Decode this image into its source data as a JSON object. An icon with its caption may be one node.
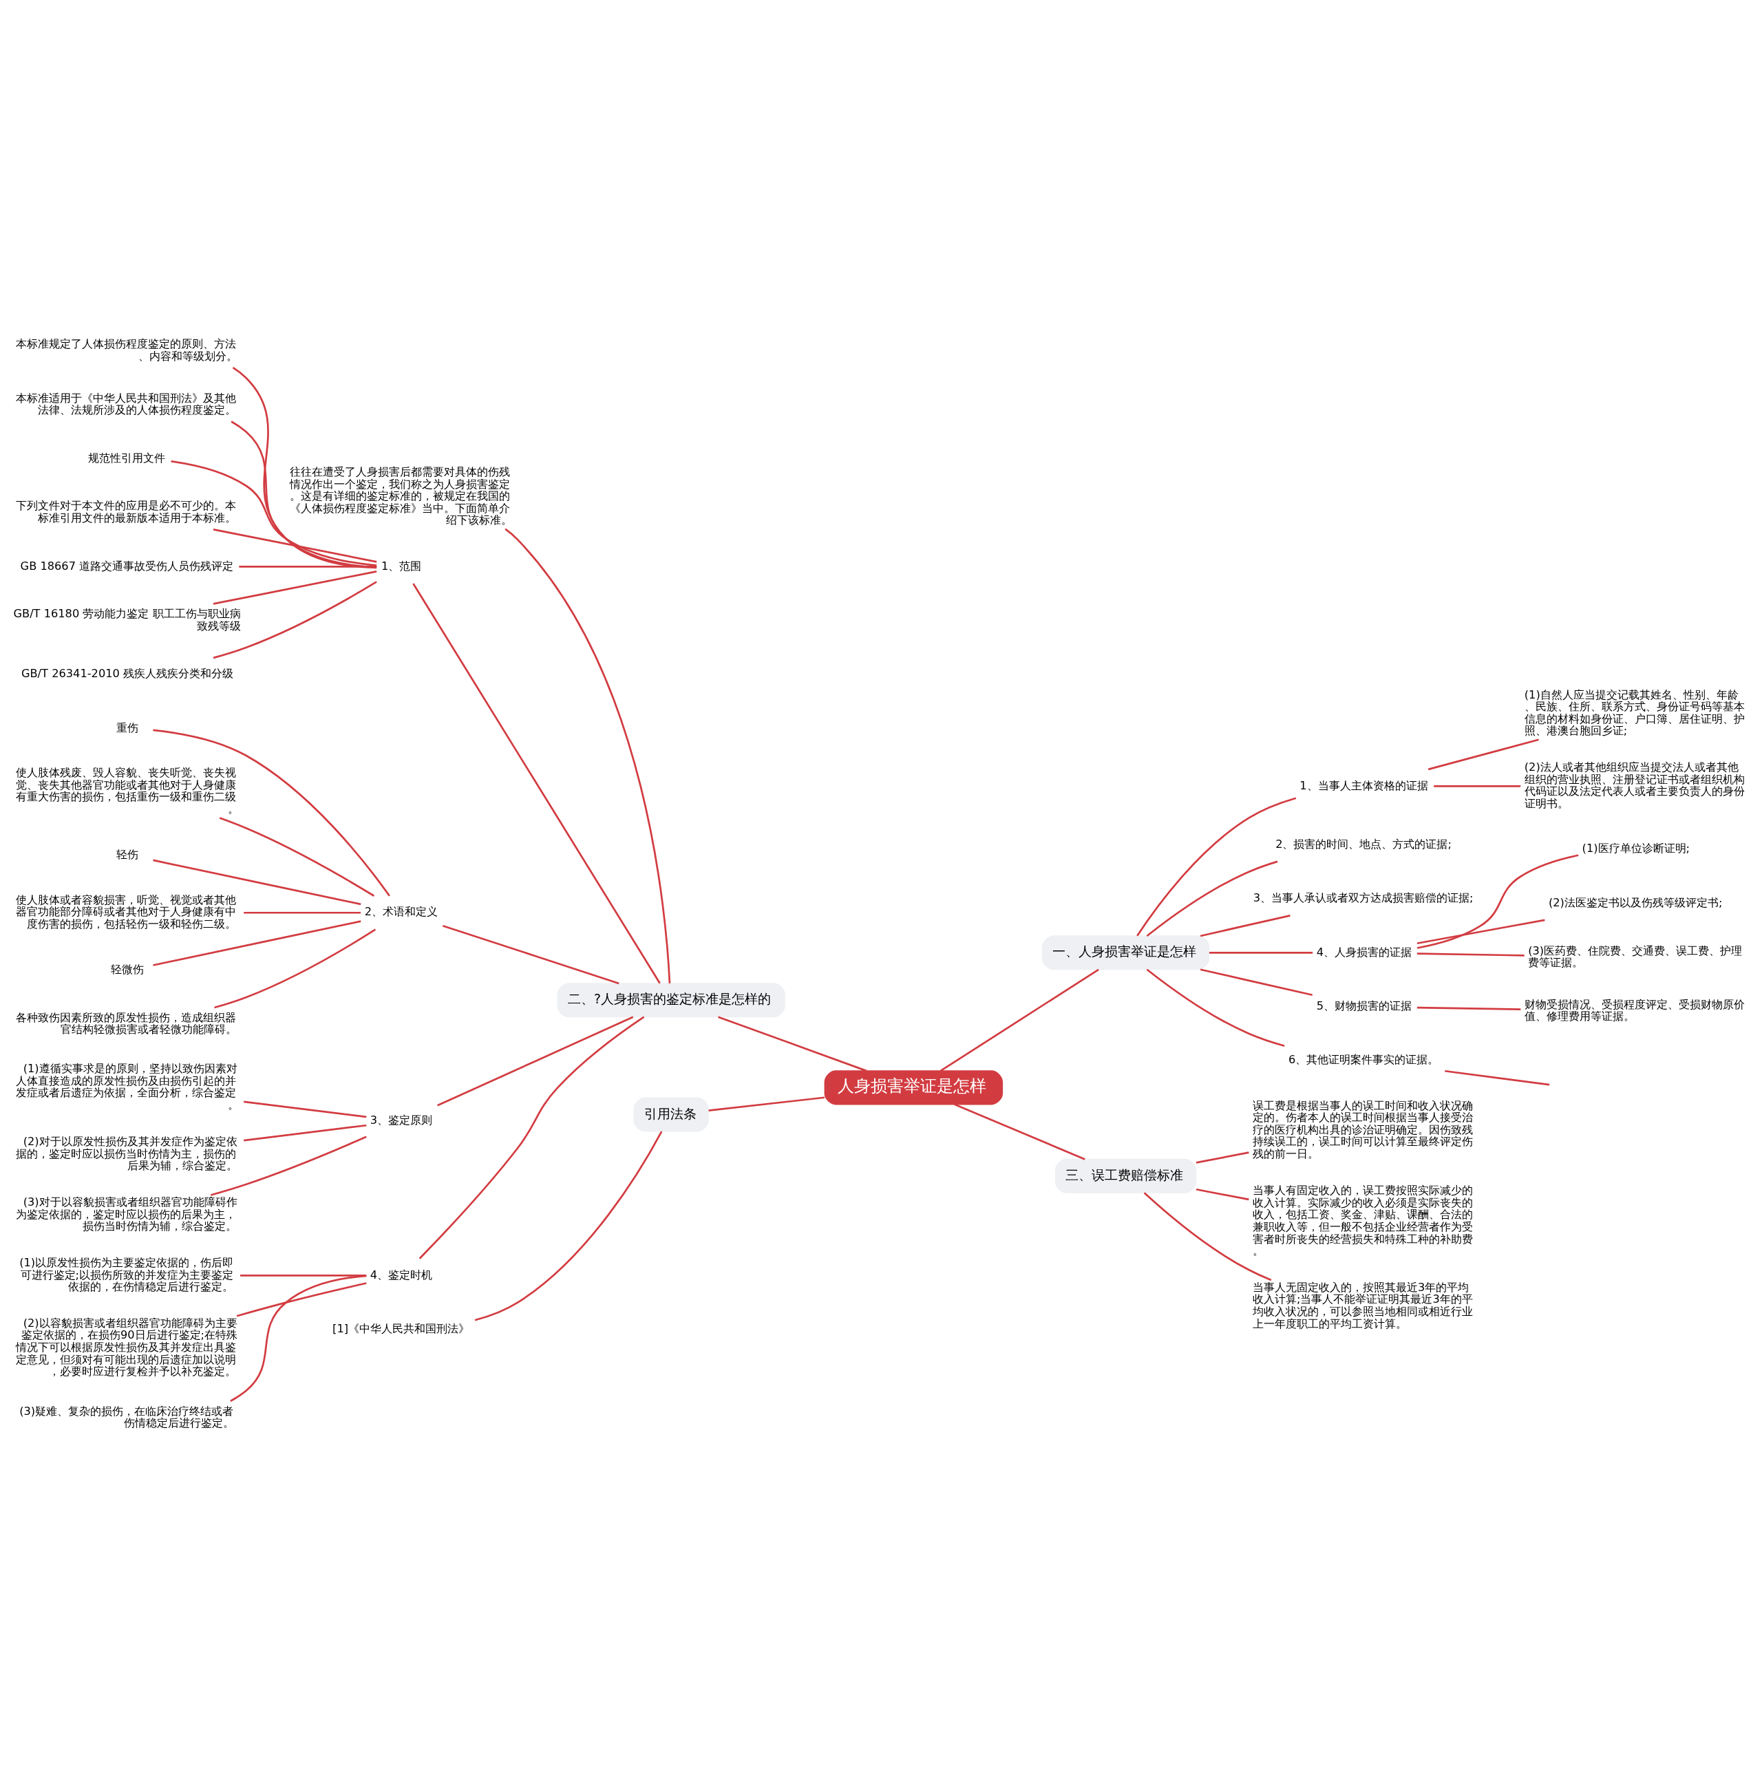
{
  "diagram": {
    "nodes": [
      {
        "text": [
          "人身损害举证是怎样"
        ]
      },
      {
        "text": [
          "一、人身损害举证是怎样"
        ]
      },
      {
        "text": [
          "1、当事人主体资格的证据"
        ]
      },
      {
        "text": [
          "(1)自然人应当提交记载其姓名、性别、年龄、民族、住所、联系方式、身份证号码等基本信息的材料如身份证、户口簿、居住证明、护照、港澳台胞回乡证;"
        ]
      },
      {
        "text": [
          "(2)法人或者其他组织应当提交法人或者其他组织的营业执照、注册登记证书或者组织机构代码证以及法定代表人或者主要负责人的身份证明书。"
        ]
      },
      {
        "text": [
          "2、损害的时间、地点、方式的证据;"
        ]
      },
      {
        "text": [
          "3、当事人承认或者双方达成损害赔偿的证据;"
        ]
      },
      {
        "text": [
          "4、人身损害的证据"
        ]
      },
      {
        "text": [
          "(1)医疗单位诊断证明;"
        ]
      },
      {
        "text": [
          "(2)法医鉴定书以及伤残等级评定书;"
        ]
      },
      {
        "text": [
          "(3)医药费、住院费、交通费、误工费、护理费等证据。"
        ]
      },
      {
        "text": [
          "5、财物损害的证据"
        ]
      },
      {
        "text": [
          "财物受损情况、受损程度评定、受损财物原价值、修理费用等证据。"
        ]
      },
      {
        "text": [
          "6、其他证明案件事实的证据。"
        ]
      },
      {
        "text": [
          "三、误工费赔偿标准"
        ]
      },
      {
        "text": [
          "误工费是根据当事人的误工时间和收入状况确定的。伤者本人的误工时间根据当事人接受治疗的医疗机构出具的诊治证明确定。因伤致残持续误工的，误工时间可以计算至最终评定伤残的前一日。"
        ]
      },
      {
        "text": [
          "当事人有固定收入的，误工费按照实际减少的收入计算。实际减少的收入必须是实际丧失的收入，包括工资、奖金、津贴、课酬、合法的兼职收入等，但一般不包括企业经营者作为受害者时所丧失的经营损失和特殊工种的补助费。"
        ]
      },
      {
        "text": [
          "当事人无固定收入的，按照其最近3年的平均收入计算;当事人不能举证证明其最近3年的平均收入状况的，可以参照当地相同或相近行业上一年度职工的平均工资计算。"
        ]
      },
      {
        "text": [
          "二、?人身损害的鉴定标准是怎样的"
        ]
      },
      {
        "text": [
          "往往在遭受了人身损害后都需要对具体的伤残情况作出一个鉴定，我们称之为人身损害鉴定。这是有详细的鉴定标准的，被规定在我国的《人体损伤程度鉴定标准》当中。下面简单介绍下该标准。"
        ]
      },
      {
        "text": [
          "1、范围"
        ]
      },
      {
        "text": [
          "本标准规定了人体损伤程度鉴定的原则、方法、内容和等级划分。"
        ]
      },
      {
        "text": [
          "本标准适用于《中华人民共和国刑法》及其他法律、法规所涉及的人体损伤程度鉴定。"
        ]
      },
      {
        "text": [
          "规范性引用文件"
        ]
      },
      {
        "text": [
          "下列文件对于本文件的应用是必不可少的。本标准引用文件的最新版本适用于本标准。"
        ]
      },
      {
        "text": [
          "GB 18667 道路交通事故受伤人员伤残评定"
        ]
      },
      {
        "text": [
          "GB/T 16180 劳动能力鉴定 职工工伤与职业病致残等级"
        ]
      },
      {
        "text": [
          "GB/T 26341-2010 残疾人残疾分类和分级"
        ]
      },
      {
        "text": [
          "2、术语和定义"
        ]
      },
      {
        "text": [
          "重伤"
        ]
      },
      {
        "text": [
          "使人肢体残废、毁人容貌、丧失听觉、丧失视觉、丧失其他器官功能或者其他对于人身健康有重大伤害的损伤，包括重伤一级和重伤二级。"
        ]
      },
      {
        "text": [
          "轻伤"
        ]
      },
      {
        "text": [
          "使人肢体或者容貌损害，听觉、视觉或者其他器官功能部分障碍或者其他对于人身健康有中度伤害的损伤，包括轻伤一级和轻伤二级。"
        ]
      },
      {
        "text": [
          "轻微伤"
        ]
      },
      {
        "text": [
          "各种致伤因素所致的原发性损伤，造成组织器官结构轻微损害或者轻微功能障碍。"
        ]
      },
      {
        "text": [
          "3、鉴定原则"
        ]
      },
      {
        "text": [
          "(1)遵循实事求是的原则，坚持以致伤因素对人体直接造成的原发性损伤及由损伤引起的并发症或者后遗症为依据，全面分析，综合鉴定。"
        ]
      },
      {
        "text": [
          "(2)对于以原发性损伤及其并发症作为鉴定依据的，鉴定时应以损伤当时伤情为主，损伤的后果为辅，综合鉴定。"
        ]
      },
      {
        "text": [
          "(3)对于以容貌损害或者组织器官功能障碍作为鉴定依据的，鉴定时应以损伤的后果为主，损伤当时伤情为辅，综合鉴定。"
        ]
      },
      {
        "text": [
          "4、鉴定时机"
        ]
      },
      {
        "text": [
          "(1)以原发性损伤为主要鉴定依据的，伤后即可进行鉴定;以损伤所致的并发症为主要鉴定依据的，在伤情稳定后进行鉴定。"
        ]
      },
      {
        "text": [
          "(2)以容貌损害或者组织器官功能障碍为主要鉴定依据的，在损伤90日后进行鉴定;在特殊情况下可以根据原发性损伤及其并发症出具鉴定意见，但须对有可能出现的后遗症加以说明，必要时应进行复检并予以补充鉴定。"
        ]
      },
      {
        "text": [
          "(3)疑难、复杂的损伤，在临床治疗终结或者伤情稳定后进行鉴定。"
        ]
      },
      {
        "text": [
          "引用法条"
        ]
      },
      {
        "text": [
          "[1]《中华人民共和国刑法》"
        ]
      }
    ],
    "edges": [
      {
        "from": 0,
        "to": 1,
        "arrow": "none"
      },
      {
        "from": 1,
        "to": 2,
        "arrow": "none"
      },
      {
        "from": 2,
        "to": 3,
        "arrow": "none"
      },
      {
        "from": 2,
        "to": 4,
        "arrow": "none"
      },
      {
        "from": 1,
        "to": 5,
        "arrow": "none"
      },
      {
        "from": 1,
        "to": 6,
        "arrow": "none"
      },
      {
        "from": 1,
        "to": 7,
        "arrow": "none"
      },
      {
        "from": 7,
        "to": 8,
        "arrow": "none"
      },
      {
        "from": 7,
        "to": 9,
        "arrow": "none"
      },
      {
        "from": 7,
        "to": 10,
        "arrow": "none"
      },
      {
        "from": 1,
        "to": 11,
        "arrow": "none"
      },
      {
        "from": 11,
        "to": 12,
        "arrow": "none"
      },
      {
        "from": 1,
        "to": 13,
        "arrow": "none"
      },
      {
        "from": 13,
        "to": null,
        "arrow": "none"
      },
      {
        "from": 0,
        "to": 14,
        "arrow": "none"
      },
      {
        "from": 14,
        "to": 15,
        "arrow": "none"
      },
      {
        "from": 14,
        "to": 16,
        "arrow": "none"
      },
      {
        "from": 14,
        "to": 17,
        "arrow": "none"
      },
      {
        "from": 0,
        "to": 18,
        "arrow": "none"
      },
      {
        "from": 18,
        "to": 19,
        "arrow": "none"
      },
      {
        "from": 18,
        "to": 20,
        "arrow": "none"
      },
      {
        "from": 20,
        "to": 21,
        "arrow": "none"
      },
      {
        "from": 20,
        "to": 22,
        "arrow": "none"
      },
      {
        "from": 20,
        "to": 23,
        "arrow": "none"
      },
      {
        "from": 20,
        "to": 24,
        "arrow": "none"
      },
      {
        "from": 20,
        "to": 25,
        "arrow": "none"
      },
      {
        "from": 20,
        "to": 26,
        "arrow": "none"
      },
      {
        "from": 20,
        "to": 27,
        "arrow": "none"
      },
      {
        "from": 18,
        "to": 28,
        "arrow": "none"
      },
      {
        "from": 28,
        "to": 29,
        "arrow": "none"
      },
      {
        "from": 28,
        "to": 30,
        "arrow": "none"
      },
      {
        "from": 28,
        "to": 31,
        "arrow": "none"
      },
      {
        "from": 28,
        "to": 32,
        "arrow": "none"
      },
      {
        "from": 28,
        "to": 33,
        "arrow": "none"
      },
      {
        "from": 28,
        "to": 34,
        "arrow": "none"
      },
      {
        "from": 18,
        "to": 35,
        "arrow": "none"
      },
      {
        "from": 35,
        "to": 36,
        "arrow": "none"
      },
      {
        "from": 35,
        "to": 37,
        "arrow": "none"
      },
      {
        "from": 35,
        "to": 38,
        "arrow": "none"
      },
      {
        "from": 18,
        "to": 39,
        "arrow": "none"
      },
      {
        "from": 39,
        "to": 40,
        "arrow": "none"
      },
      {
        "from": 39,
        "to": 41,
        "arrow": "none"
      },
      {
        "from": 39,
        "to": 42,
        "arrow": "none"
      },
      {
        "from": 0,
        "to": 43,
        "arrow": "none"
      },
      {
        "from": 43,
        "to": 44,
        "arrow": "none"
      }
    ]
  }
}
